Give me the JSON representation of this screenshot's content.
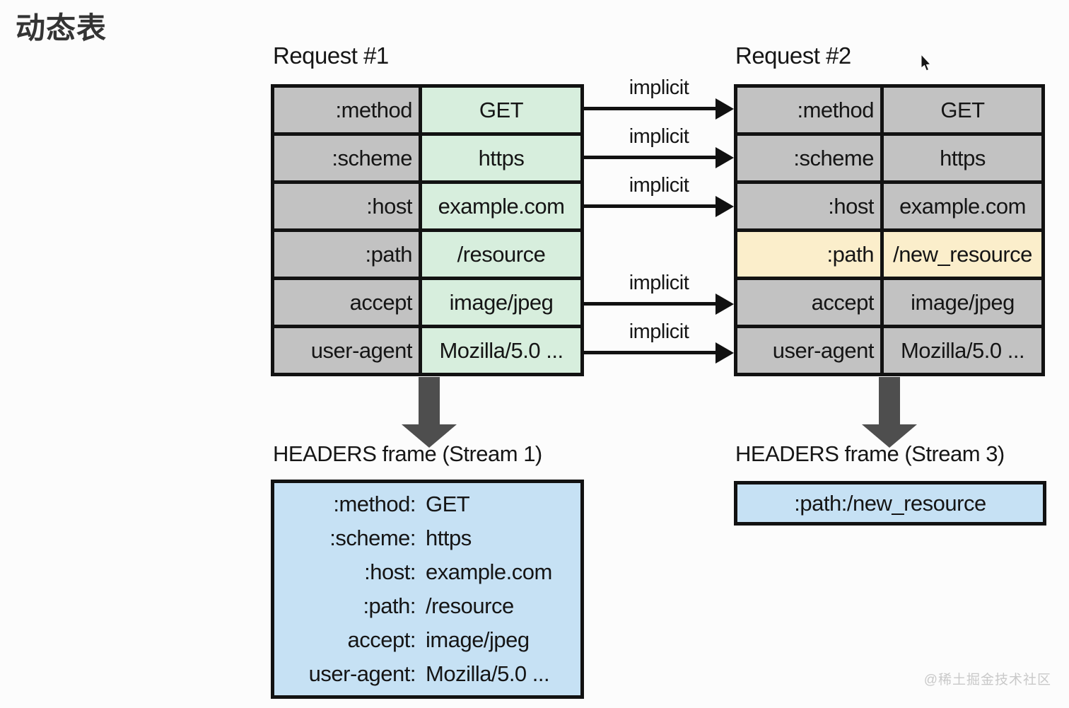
{
  "title": "动态表",
  "watermark": "@稀土掘金技术社区",
  "request1": {
    "label": "Request #1",
    "rows": [
      {
        "name": ":method",
        "value": "GET"
      },
      {
        "name": ":scheme",
        "value": "https"
      },
      {
        "name": ":host",
        "value": "example.com"
      },
      {
        "name": ":path",
        "value": "/resource"
      },
      {
        "name": "accept",
        "value": "image/jpeg"
      },
      {
        "name": "user-agent",
        "value": "Mozilla/5.0 ..."
      }
    ]
  },
  "request2": {
    "label": "Request #2",
    "highlighted_row": ":path",
    "rows": [
      {
        "name": ":method",
        "value": "GET"
      },
      {
        "name": ":scheme",
        "value": "https"
      },
      {
        "name": ":host",
        "value": "example.com"
      },
      {
        "name": ":path",
        "value": "/new_resource"
      },
      {
        "name": "accept",
        "value": "image/jpeg"
      },
      {
        "name": "user-agent",
        "value": "Mozilla/5.0 ..."
      }
    ]
  },
  "implicit_arrows": [
    {
      "label": "implicit"
    },
    {
      "label": "implicit"
    },
    {
      "label": "implicit"
    },
    {
      "label": "implicit"
    },
    {
      "label": "implicit"
    }
  ],
  "frame1": {
    "label": "HEADERS frame (Stream 1)",
    "entries": [
      {
        "name": ":method:",
        "value": "GET"
      },
      {
        "name": ":scheme:",
        "value": "https"
      },
      {
        "name": ":host:",
        "value": "example.com"
      },
      {
        "name": ":path:",
        "value": "/resource"
      },
      {
        "name": "accept:",
        "value": "image/jpeg"
      },
      {
        "name": "user-agent:",
        "value": "Mozilla/5.0 ..."
      }
    ]
  },
  "frame2": {
    "label": "HEADERS frame (Stream 3)",
    "entries": [
      {
        "name": ":path:",
        "value": "/new_resource"
      }
    ]
  },
  "colors": {
    "cell_gray": "#c2c2c2",
    "cell_green": "#d7eedd",
    "cell_yellow": "#fbeecb",
    "frame_blue": "#c6e1f4",
    "border_black": "#121212",
    "big_arrow_gray": "#4e4e4e"
  }
}
